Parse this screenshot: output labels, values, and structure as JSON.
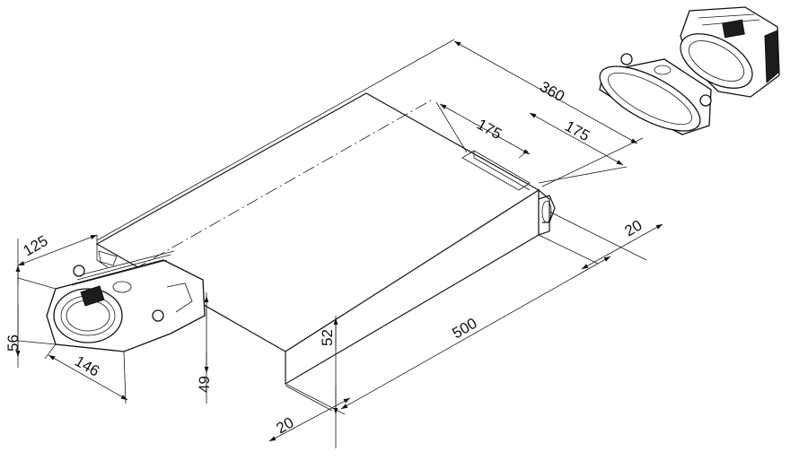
{
  "dimensions": {
    "d360": "360",
    "d175a": "175",
    "d175b": "175",
    "d20_right": "20",
    "d125": "125",
    "d56": "56",
    "d146": "146",
    "d49": "49",
    "d52": "52",
    "d500": "500",
    "d20_bottom": "20"
  }
}
